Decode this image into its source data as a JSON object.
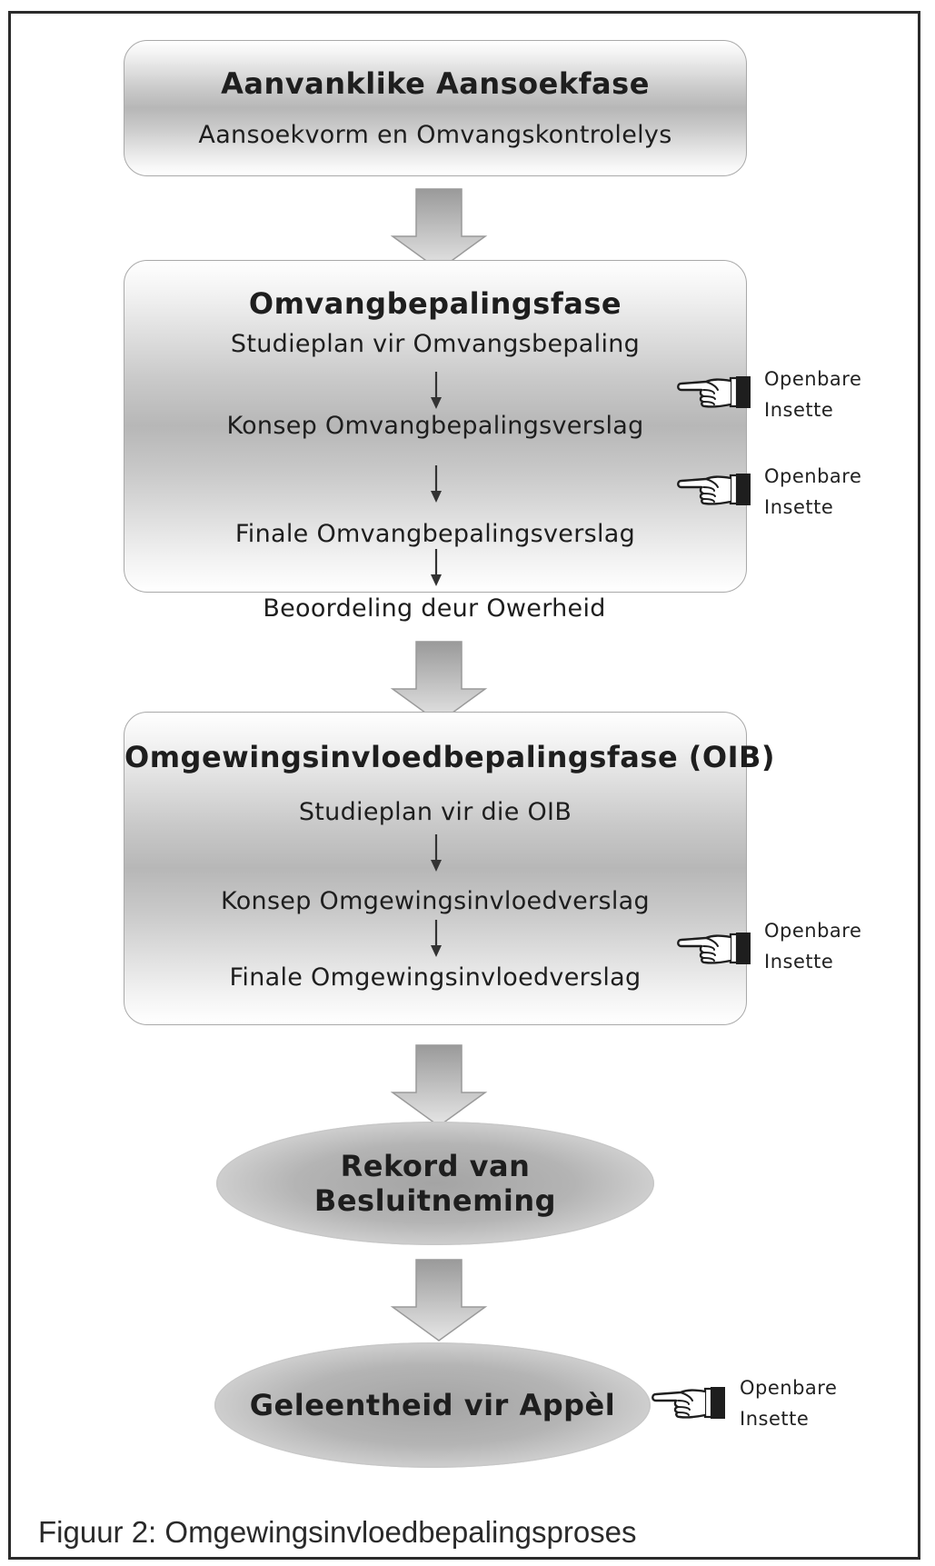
{
  "phases": {
    "application": {
      "title": "Aanvanklike Aansoekfase",
      "subtitle": "Aansoekvorm en Omvangskontrolelys"
    },
    "scoping": {
      "title": "Omvangbepalingsfase",
      "steps": [
        "Studieplan vir Omvangsbepaling",
        "Konsep Omvangbepalingsverslag",
        "Finale Omvangbepalingsverslag"
      ],
      "review": "Beoordeling deur Owerheid"
    },
    "eia": {
      "title": "Omgewingsinvloedbepalingsfase (OIB)",
      "steps": [
        "Studieplan vir die OIB",
        "Konsep Omgewingsinvloedverslag",
        "Finale Omgewingsinvloedverslag"
      ]
    },
    "decision": {
      "title": "Rekord van Besluitneming"
    },
    "appeal": {
      "title": "Geleentheid vir Appèl"
    }
  },
  "public_input": {
    "line1": "Openbare",
    "line2": "Insette",
    "icon": "pointing-hand-icon"
  },
  "caption": "Figuur 2: Omgewingsinvloedbepalingsproses"
}
